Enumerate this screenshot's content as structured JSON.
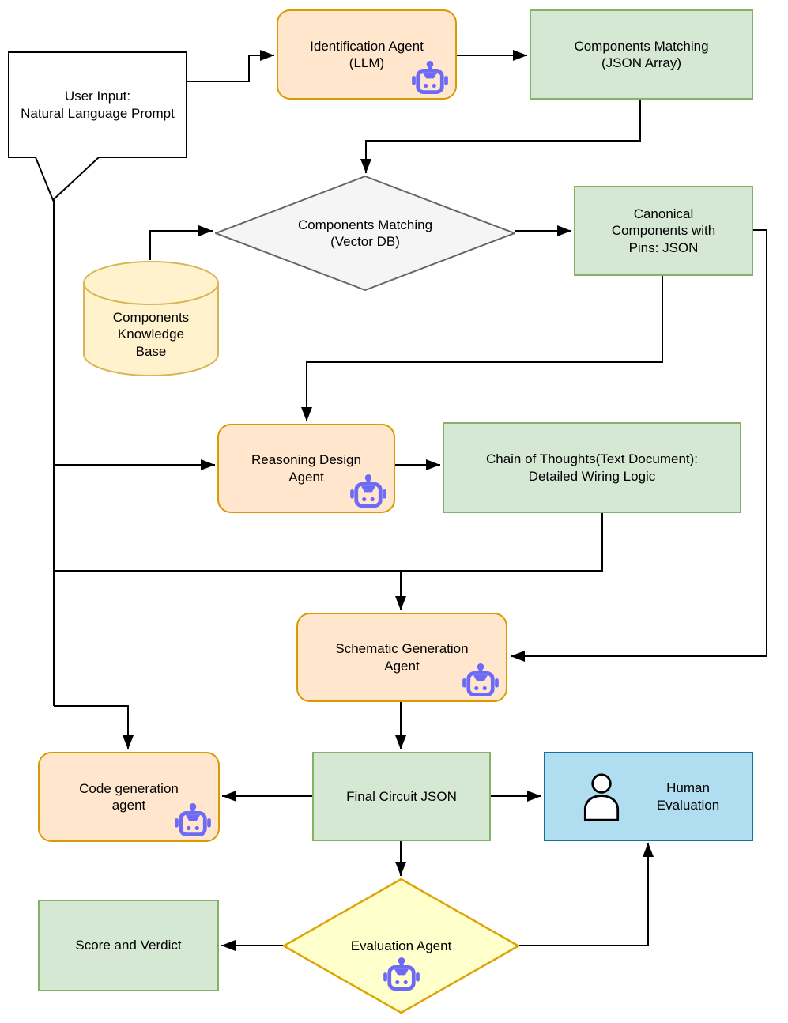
{
  "nodes": {
    "user_input": {
      "label": "User Input:\nNatural Language Prompt",
      "shape": "callout"
    },
    "identification_agent": {
      "label": "Identification Agent\n(LLM)",
      "shape": "rounded",
      "icon": "robot"
    },
    "components_matching_json": {
      "label": "Components Matching\n(JSON Array)",
      "shape": "rectangle"
    },
    "components_matching_vector": {
      "label": "Components Matching\n(Vector DB)",
      "shape": "diamond"
    },
    "canonical_components": {
      "label": "Canonical\nComponents with\nPins: JSON",
      "shape": "rectangle"
    },
    "knowledge_base": {
      "label": "Components\nKnowledge\nBase",
      "shape": "cylinder"
    },
    "reasoning_agent": {
      "label": "Reasoning Design\nAgent",
      "shape": "rounded",
      "icon": "robot"
    },
    "chain_of_thoughts": {
      "label": "Chain of Thoughts(Text Document):\nDetailed Wiring Logic",
      "shape": "rectangle"
    },
    "schematic_agent": {
      "label": "Schematic Generation\nAgent",
      "shape": "rounded",
      "icon": "robot"
    },
    "code_agent": {
      "label": "Code generation\nagent",
      "shape": "rounded",
      "icon": "robot"
    },
    "final_circuit": {
      "label": "Final Circuit JSON",
      "shape": "rectangle"
    },
    "human_evaluation": {
      "label": "Human\nEvaluation",
      "shape": "rectangle",
      "icon": "person"
    },
    "evaluation_agent": {
      "label": "Evaluation Agent",
      "shape": "diamond",
      "icon": "robot"
    },
    "score_verdict": {
      "label": "Score and Verdict",
      "shape": "rectangle"
    }
  },
  "edges": [
    {
      "from": "user_input",
      "to": "identification_agent"
    },
    {
      "from": "identification_agent",
      "to": "components_matching_json"
    },
    {
      "from": "components_matching_json",
      "to": "components_matching_vector"
    },
    {
      "from": "knowledge_base",
      "to": "components_matching_vector"
    },
    {
      "from": "components_matching_vector",
      "to": "canonical_components"
    },
    {
      "from": "canonical_components",
      "to": "reasoning_agent"
    },
    {
      "from": "canonical_components",
      "to": "schematic_agent"
    },
    {
      "from": "user_input",
      "to": "reasoning_agent"
    },
    {
      "from": "reasoning_agent",
      "to": "chain_of_thoughts"
    },
    {
      "from": "chain_of_thoughts",
      "to": "schematic_agent"
    },
    {
      "from": "user_input",
      "to": "schematic_agent"
    },
    {
      "from": "user_input",
      "to": "code_agent"
    },
    {
      "from": "schematic_agent",
      "to": "final_circuit"
    },
    {
      "from": "final_circuit",
      "to": "code_agent"
    },
    {
      "from": "final_circuit",
      "to": "human_evaluation"
    },
    {
      "from": "final_circuit",
      "to": "evaluation_agent"
    },
    {
      "from": "evaluation_agent",
      "to": "score_verdict"
    },
    {
      "from": "evaluation_agent",
      "to": "human_evaluation"
    }
  ],
  "colors": {
    "agent_fill": "#FFE6CC",
    "agent_stroke": "#D79B00",
    "data_fill": "#D5E8D4",
    "data_stroke": "#82B366",
    "db_fill": "#FFF2CC",
    "db_stroke": "#D6B656",
    "decision_fill": "#F5F5F5",
    "decision_stroke": "#666666",
    "eval_fill": "#FFFFCC",
    "eval_stroke": "#DCA405",
    "human_fill": "#B1DDF0",
    "human_stroke": "#10739E",
    "robot": "#6D6AF8",
    "connector": "#000000"
  }
}
